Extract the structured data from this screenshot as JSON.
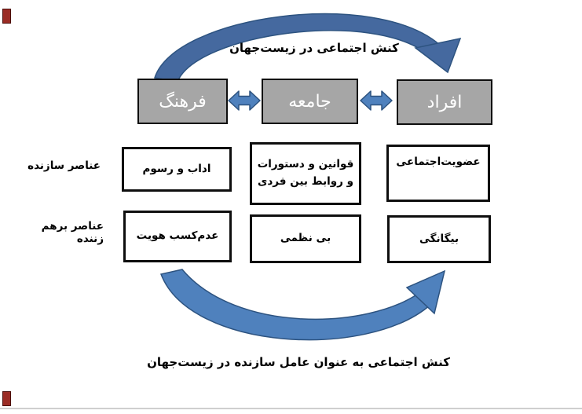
{
  "diagram": {
    "top_cycle_label": "کنش اجتماعی در زیست‌جهان",
    "caption": "کنش اجتماعی به عنوان عامل سازنده در زیست‌جهان",
    "domains": [
      {
        "label": "فرهنگ"
      },
      {
        "label": "جامعه"
      },
      {
        "label": "افراد"
      }
    ],
    "constructive_elements": {
      "row_label": "عناصر سازنده",
      "culture_box": "اداب و رسوم",
      "society_box_line1": "قوانین و دستورات",
      "society_box_line2": "و روابط بین فردی",
      "individuals_box": "عضویت‌اجتماعی"
    },
    "disruptive_elements": {
      "row_label": "عناصر برهم زننده",
      "culture_box": "عدم‌کسب هویت",
      "society_box": "بی نظمی",
      "individuals_box": "بیگانگی"
    }
  },
  "colors": {
    "arrow-blue": "#4f81bd",
    "arrow-blue-dark": "#45699f",
    "arrow-outline": "#2d5380",
    "box-gray": "#a6a6a6",
    "red-mark": "#9b2c25"
  }
}
